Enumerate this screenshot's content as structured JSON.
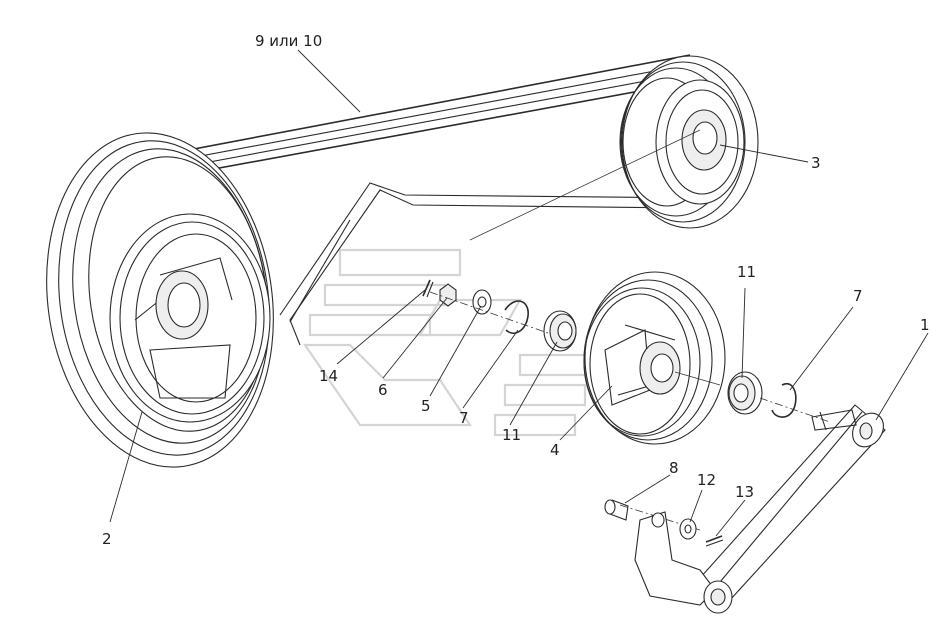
{
  "callouts": {
    "belt": "9 или 10",
    "arm": "1",
    "large_pulley": "2",
    "small_pulley": "3",
    "idler_pulley": "4",
    "washer_a": "5",
    "nut": "6",
    "snap_ring_left": "7",
    "snap_ring_right": "7",
    "bolt": "8",
    "bearing_left": "11",
    "bearing_right": "11",
    "washer_b": "12",
    "cotter_pin_b": "13",
    "cotter_pin_a": "14"
  },
  "colors": {
    "line": "#2b2b2b",
    "watermark": "#d4d4d4",
    "background": "#ffffff"
  }
}
